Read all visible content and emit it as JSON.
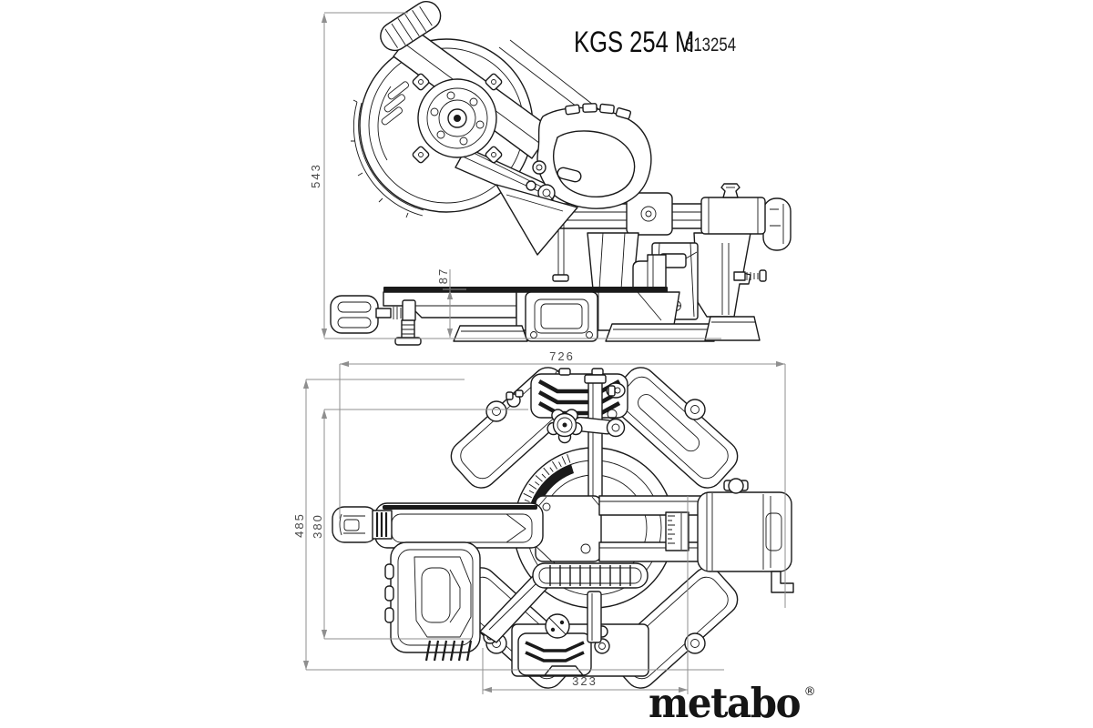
{
  "header": {
    "model_name": "KGS 254 M",
    "article_number": "613254"
  },
  "brand": {
    "logo_text": "metabo",
    "registered_mark": "®"
  },
  "dimensions_mm": {
    "side_view": {
      "overall_height": "543",
      "base_height": "87"
    },
    "top_view": {
      "overall_width": "726",
      "overall_depth": "485",
      "inner_depth": "380",
      "base_width": "323"
    }
  },
  "colors": {
    "line": "#1a1a1a",
    "dimension_line": "#8f8f8f",
    "dimension_text": "#4a4a4a",
    "background": "#ffffff",
    "logo": "#151515"
  }
}
